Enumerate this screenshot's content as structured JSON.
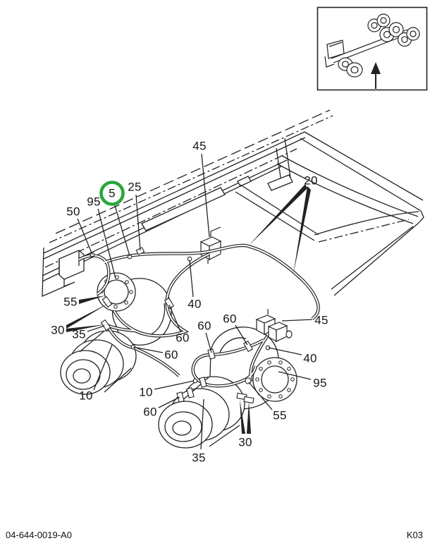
{
  "document": {
    "number": "04-644-0019-A0",
    "page_code": "K03"
  },
  "highlight": {
    "label": "5",
    "color": "#2aa63c",
    "shape": "circle-ring"
  },
  "inset": {
    "icon": "truck-chassis-thumbnail",
    "arrow_icon": "up-arrow-icon"
  },
  "callouts": [
    {
      "label": "50"
    },
    {
      "label": "95"
    },
    {
      "label": "5",
      "highlighted": true
    },
    {
      "label": "25"
    },
    {
      "label": "45"
    },
    {
      "label": "20"
    },
    {
      "label": "55"
    },
    {
      "label": "30"
    },
    {
      "label": "35"
    },
    {
      "label": "10"
    },
    {
      "label": "60"
    },
    {
      "label": "60"
    },
    {
      "label": "60"
    },
    {
      "label": "60"
    },
    {
      "label": "40"
    },
    {
      "label": "10"
    },
    {
      "label": "60"
    },
    {
      "label": "45"
    },
    {
      "label": "40"
    },
    {
      "label": "95"
    },
    {
      "label": "55"
    },
    {
      "label": "30"
    },
    {
      "label": "35"
    }
  ]
}
